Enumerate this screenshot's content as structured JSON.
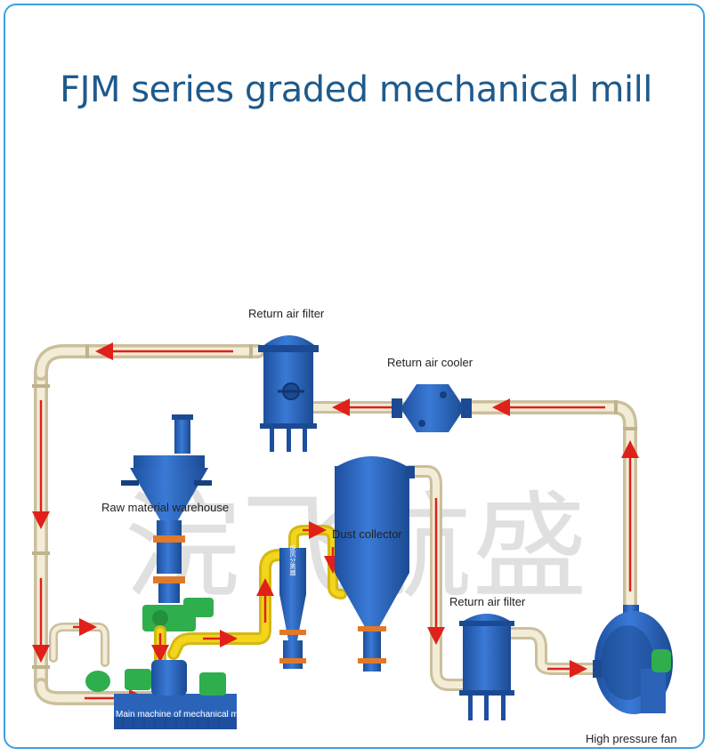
{
  "title": "FJM series graded mechanical mill",
  "labels": {
    "return_air_filter_top": "Return air filter",
    "return_air_cooler": "Return air cooler",
    "raw_material_warehouse": "Raw material warehouse",
    "dust_collector": "Dust collector",
    "return_air_filter_right": "Return air filter",
    "main_machine": "Main machine of mechanical mill",
    "high_pressure_fan": "High pressure fan"
  },
  "watermark": "浣飞航盛",
  "cyclone_text": "旋风分离器",
  "colors": {
    "title": "#1f5a8c",
    "equipment": "#2a63b8",
    "pipe": "#efe6cc",
    "yellow_pipe": "#f2d51c",
    "flow_arrow": "#e0201a",
    "motor": "#2fae4e",
    "valve": "#e07a2a",
    "frame": "#3ea0e0"
  }
}
